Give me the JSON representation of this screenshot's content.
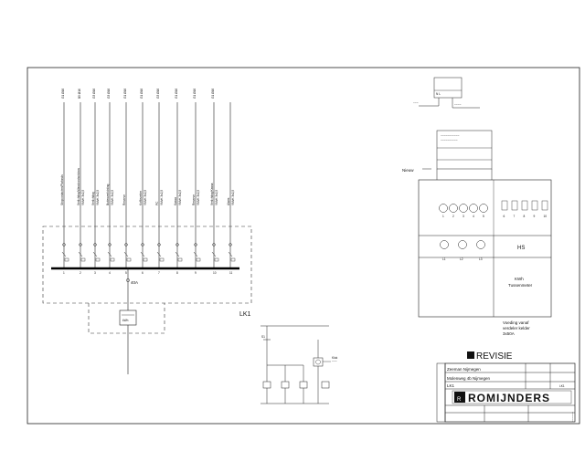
{
  "drawing": {
    "feeder_codes": [
      "G1 Ø16",
      "B5 Ø16",
      "G3 Ø16",
      "G3 Ø16",
      "G1 Ø16",
      "G1 Ø16",
      "G3 Ø16",
      "G1 Ø16",
      "G1 Ø16",
      "G1 Ø16"
    ],
    "circuits": [
      {
        "desc": "Stopcontacten/Plafonds",
        "cable": "",
        "number": "1"
      },
      {
        "desc": "Verlichting/Wandcontactdoos",
        "cable": "YMvK 3x2,5",
        "number": "2"
      },
      {
        "desc": "Verlichting",
        "cable": "YMvK 3x2,5",
        "number": "3"
      },
      {
        "desc": "Buitenverlichting",
        "cable": "YMvK 3x2,5",
        "number": "4"
      },
      {
        "desc": "Reserve",
        "cable": "",
        "number": "5"
      },
      {
        "desc": "Koffiezetter",
        "cable": "YMvK 3x2,5",
        "number": "6"
      },
      {
        "desc": "PC",
        "cable": "YMvK 3x2,5",
        "number": "7"
      },
      {
        "desc": "Kassa",
        "cable": "YMvK 3x2,5",
        "number": "8"
      },
      {
        "desc": "Reserve",
        "cable": "YMvK 3x2,5",
        "number": "9"
      },
      {
        "desc": "Verlichting/Kassa",
        "cable": "YMvK 3x2,5",
        "number": "10"
      },
      {
        "desc": "Alarm",
        "cable": "YMvK 3x2,5",
        "number": "11"
      }
    ],
    "main_breaker": "40A",
    "kwh_small": "kWh",
    "board_label": "LK1",
    "nieuw_label": "Nieuw",
    "hs_label": "HS",
    "kwh_label": "KWh",
    "kwh_sub": "Tussenmeter",
    "feed_text": "Voeding vanaf verdeler kelder 3x50A",
    "revisie": "REVISIE",
    "company": "ROMIJNDERS",
    "title_lines": [
      "Zeeman Nijmegen",
      "Molenweg 4b Nijmegen",
      "LK1"
    ],
    "drawing_no": "LK1"
  }
}
